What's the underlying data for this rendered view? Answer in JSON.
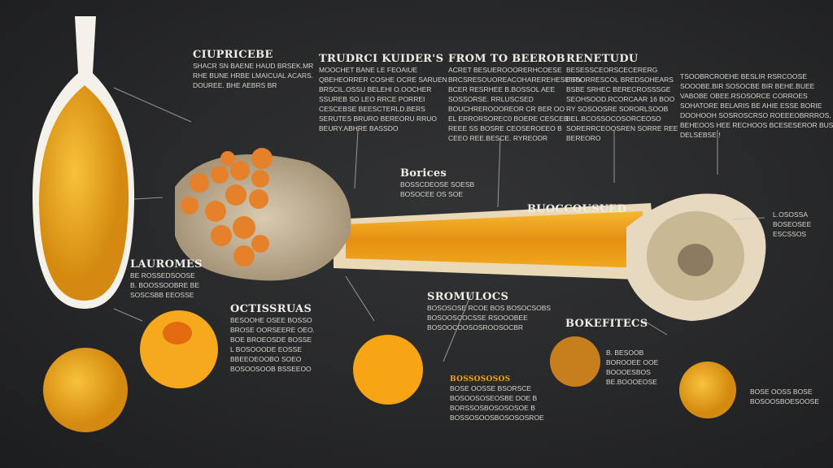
{
  "colors": {
    "background": "#2a2b2d",
    "accent": "#f4a21a",
    "turmeric": "#e8a020",
    "bone": "#e6d9bf"
  },
  "blocks": [
    {
      "id": "curcumin",
      "title": "CIUPRICEBE",
      "lines": [
        "SHACR SN BAENE HAUD BRSEK.MR",
        "RHE BUNE HRBE LMAICUAL ACARS.",
        "DOUREE. BHE AEBRS BR"
      ]
    },
    {
      "id": "turmeric",
      "title": "TRUDRCI KUIDER'S",
      "lines": [
        "MOOCHET BANE LE FEOAIUE",
        "QBEHEORRER COSHE OCRE SARUEN",
        "BRSCIL.OSSU BELEHI O.OOCHER",
        "SSUREB SO LEO RRCE PORREI",
        "CESCEBSE BEESCTERLD.BERS",
        "SERUTES BRURO BEREORU RRUO",
        "BEURY.ABHRE BASSDO"
      ]
    },
    {
      "id": "from",
      "title": "FROM TO BEEROB",
      "lines": [
        "ACRET BESUEROOORERHCOESE",
        "BRCSRESOUOREACOHAREREHESE' RY",
        "BCER RESRHEE B.BOSSOL AEE",
        "SOSSORSE. RRLUSCSED",
        "BOUCHREROOOREOR CR BER OO",
        "EL ERRORSOREC0 BOERE CESCEB",
        "REEE SS BOSRE CEOSEROEEO B",
        "CEEO REE.BESCE. RYREODR"
      ]
    },
    {
      "id": "benefits",
      "title": "RENETUDU",
      "lines": [
        "BESESSCEORSCECERERG",
        "BESORRESCOL BREDSOHEARS",
        "BSBE SRHEC BERECROSSSGE",
        "SEOHSOOD.RCORCAAR 16 BOO",
        "RY SOSOOSRE SORORLSOOB",
        "BEL.BCOSSOCOSORCEOSO",
        "SORERRCEOOSREN SORRE REE",
        "BEREORO"
      ]
    },
    {
      "id": "right-notes",
      "title": "",
      "lines": [
        "TSOOBRCROEHE BESLIR RSRCOOSE",
        "SOOOBE.BIR SOSOCBE BIR BEHE.BUEE",
        "VABOBE OBEE.RSOSORCE CORROES",
        "SOHATORE BELARIS BE AHIE ESSE BORIE",
        "DOOHOOH SOSROSCRSO ROEEEOBRRROS,",
        "BEHEOOS HEE RECHOOS BCESESEROR BUSSA",
        "DELSEBSE !"
      ]
    },
    {
      "id": "bones-top",
      "title": "Borices",
      "lines": [
        "BOSSCDEOSE SOESB",
        "BOSOCEE OS SOE"
      ]
    },
    {
      "id": "bone-label",
      "title": "BUOCCOUSUED",
      "lines": []
    },
    {
      "id": "far-right",
      "title": "",
      "lines": [
        "L.OSOSSA",
        "BOSEOSEE",
        "ESCSSOS"
      ]
    },
    {
      "id": "left-mid",
      "title": "LAUROMES",
      "lines": [
        "BE ROSSEDSOOSE",
        "B. BOOSSOOBRE BE",
        "SOSCSBB EEOSSE"
      ]
    },
    {
      "id": "osteo",
      "title": "OCTISSRUAS",
      "lines": [
        "BESOOHE OSEE BOSSO",
        "BROSE OORSEERE OEO.",
        "BOE BROEOSDE BOSSE",
        "L BOSOOODE EOSSE",
        "BBEEOEOOBO SOEO",
        "BOSOOSOOB BSSEEOO"
      ]
    },
    {
      "id": "stromal",
      "title": "SROMULOCS",
      "lines": [
        "BOSOSOSE RCOE BOS BOSOCSOBS",
        "BOSOOSCOCSSE RSOOOBEE",
        "BOSOOCOOSOSROOSOCBR"
      ]
    },
    {
      "id": "bokefitecs",
      "title": "BOKEFITECS",
      "lines": []
    },
    {
      "id": "circle-note",
      "title": "",
      "lines": [
        "B. BESOOB",
        "BOROOEE OOE",
        "BOOOESBOS",
        "BE.BOOOEOSE"
      ]
    },
    {
      "id": "bottom-center",
      "title": "BOSSOSOSOS",
      "lines": [
        "BOSE OOSSE BSORSCE",
        "BOSOOSOSEOSBE DOE B",
        "BORSSOSBOSOSOSOE B",
        "BOSSOSOOSBOSOSOSROE"
      ]
    },
    {
      "id": "bottom-right",
      "title": "",
      "lines": [
        "BOSE OOSS BOSE",
        "BOSOOSBOESOOSE"
      ]
    }
  ]
}
